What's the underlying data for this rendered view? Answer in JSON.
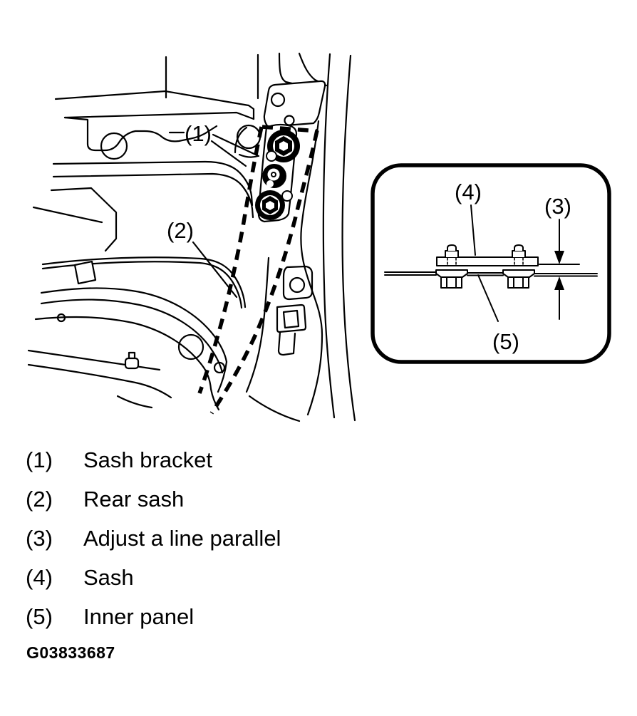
{
  "figure": {
    "id": "G03833687",
    "description": "Door rear sash and sash bracket adjustment diagram",
    "colors": {
      "ink": "#000000",
      "paper": "#ffffff"
    },
    "callouts": {
      "c1": "(1)",
      "c2": "(2)",
      "c3": "(3)",
      "c4": "(4)",
      "c5": "(5)"
    },
    "legend": [
      {
        "num": "(1)",
        "label": "Sash bracket"
      },
      {
        "num": "(2)",
        "label": "Rear sash"
      },
      {
        "num": "(3)",
        "label": "Adjust a line parallel"
      },
      {
        "num": "(4)",
        "label": "Sash"
      },
      {
        "num": "(5)",
        "label": "Inner panel"
      }
    ]
  }
}
